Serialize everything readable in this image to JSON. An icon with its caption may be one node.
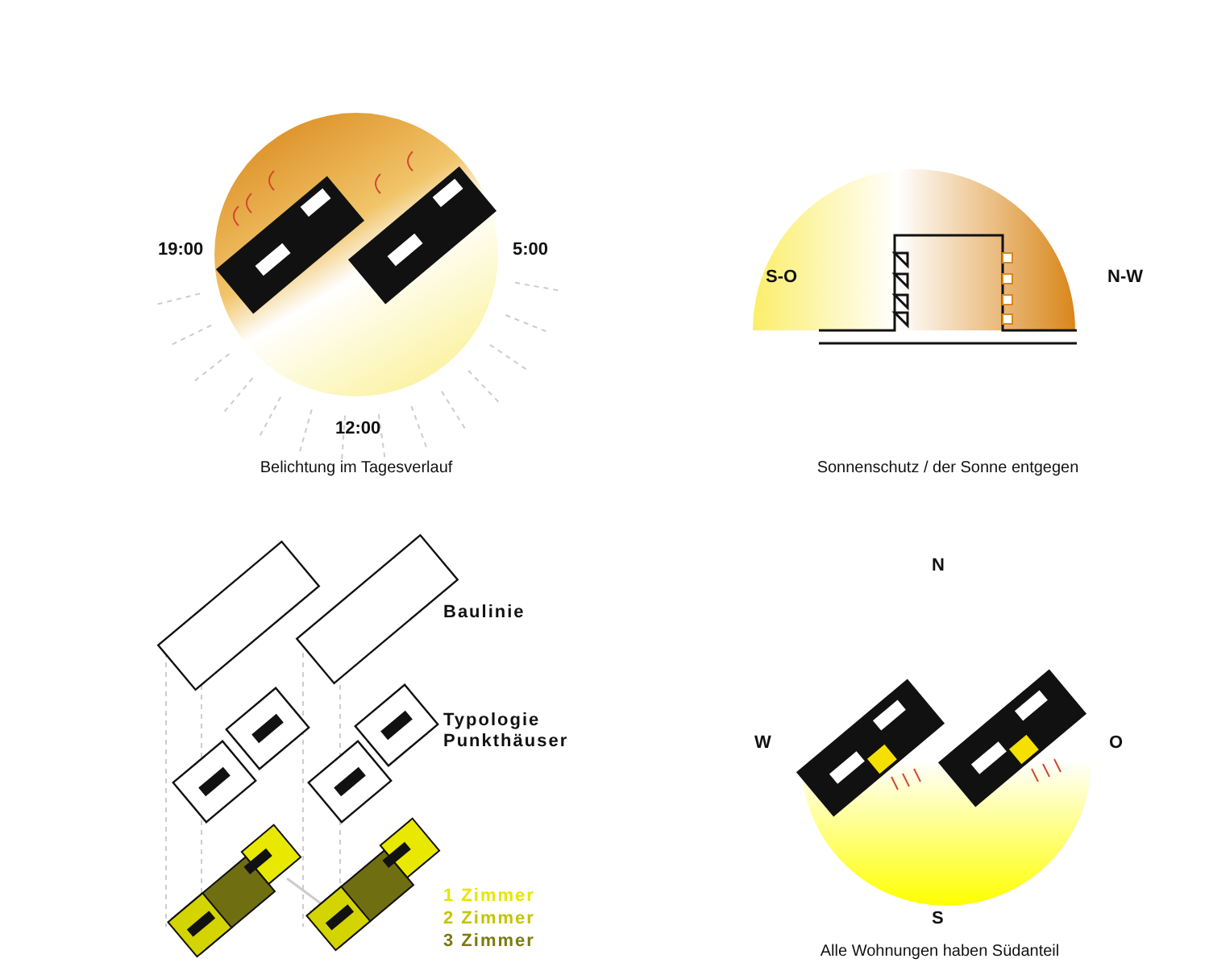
{
  "diagram": {
    "labels": [
      "19:00",
      "5:00",
      "S-O",
      "N-W",
      "12:00",
      "Belichtung im Tagesverlauf",
      "Sonnenschutz / der Sonne entgegen",
      "N",
      "Baulinie",
      "Typologie Punkthäuser",
      "W",
      "O",
      "S",
      "Alle Wohnungen haben Südanteil"
    ],
    "legend": [
      {
        "text": "1 Zimmer",
        "color": "#e6e600"
      },
      {
        "text": "2 Zimmer",
        "color": "#c4c400"
      },
      {
        "text": "3 Zimmer",
        "color": "#7a7a12"
      }
    ]
  }
}
